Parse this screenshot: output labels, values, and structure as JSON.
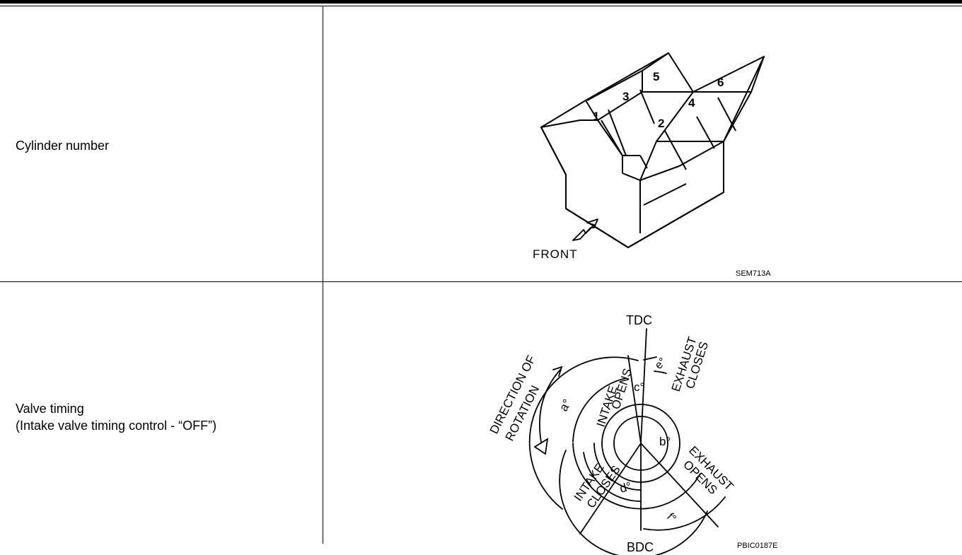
{
  "rows": [
    {
      "label": "Cylinder number",
      "figure": {
        "cylinders": [
          "1",
          "3",
          "5",
          "2",
          "4",
          "6"
        ],
        "front_label": "FRONT",
        "code": "SEM713A"
      }
    },
    {
      "label_line1": "Valve timing",
      "label_line2": "(Intake valve timing control - “OFF”)",
      "figure": {
        "tdc": "TDC",
        "bdc": "BDC",
        "direction_line1": "DIRECTION OF",
        "direction_line2": "ROTATION",
        "intake_opens_1": "INTAKE",
        "intake_opens_2": "OPENS",
        "intake_closes_1": "INTAKE",
        "intake_closes_2": "CLOSES",
        "exhaust_closes_1": "EXHAUST",
        "exhaust_closes_2": "CLOSES",
        "exhaust_opens_1": "EXHAUST",
        "exhaust_opens_2": "OPENS",
        "angle_a": "a°",
        "angle_b": "b°",
        "angle_c": "c°",
        "angle_d": "d°",
        "angle_e": "e°",
        "angle_f": "f°",
        "code": "PBIC0187E"
      }
    }
  ]
}
